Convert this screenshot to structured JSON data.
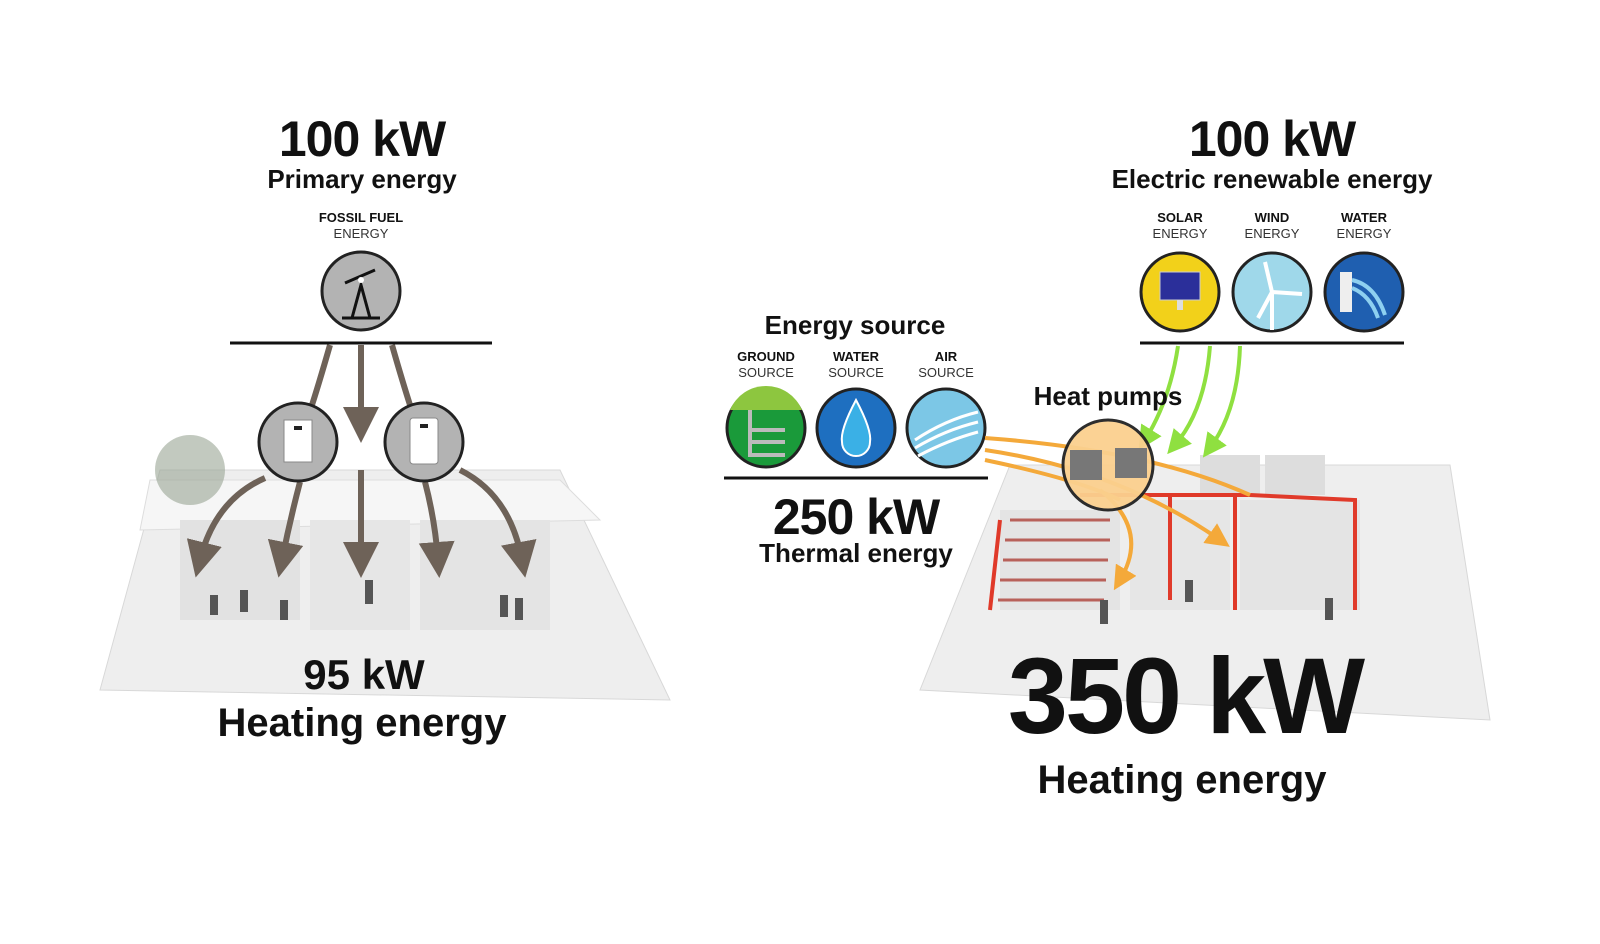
{
  "left": {
    "input_value": "100 kW",
    "input_label": "Primary energy",
    "source": {
      "line1": "FOSSIL FUEL",
      "line2": "ENERGY",
      "icon": "oil-pump-icon"
    },
    "converters": [
      {
        "icon": "gas-boiler-icon"
      },
      {
        "icon": "water-heater-icon"
      }
    ],
    "output_value": "95 kW",
    "output_label": "Heating energy"
  },
  "right": {
    "input_value": "100 kW",
    "input_label": "Electric renewable energy",
    "renewables": [
      {
        "line1": "SOLAR",
        "line2": "ENERGY",
        "icon": "solar-panel-icon",
        "color": "#f2d11a"
      },
      {
        "line1": "WIND",
        "line2": "ENERGY",
        "icon": "wind-turbine-icon",
        "color": "#9fd8ea"
      },
      {
        "line1": "WATER",
        "line2": "ENERGY",
        "icon": "hydro-dam-icon",
        "color": "#1f5fb0"
      }
    ],
    "energy_source_title": "Energy source",
    "sources": [
      {
        "line1": "GROUND",
        "line2": "SOURCE",
        "icon": "ground-loop-icon",
        "color": "#1a9a3a"
      },
      {
        "line1": "WATER",
        "line2": "SOURCE",
        "icon": "water-drop-icon",
        "color": "#1e6fc0"
      },
      {
        "line1": "AIR",
        "line2": "SOURCE",
        "icon": "air-waves-icon",
        "color": "#7cc7e6"
      }
    ],
    "thermal_value": "250 kW",
    "thermal_label": "Thermal energy",
    "heat_pumps_label": "Heat pumps",
    "output_value": "350 kW",
    "output_label": "Heating energy"
  },
  "colors": {
    "fossil_arrow": "#6e6258",
    "renewable_arrow": "#8fe040",
    "thermal_arrow": "#f4a93a",
    "pipe": "#e03a2a"
  }
}
